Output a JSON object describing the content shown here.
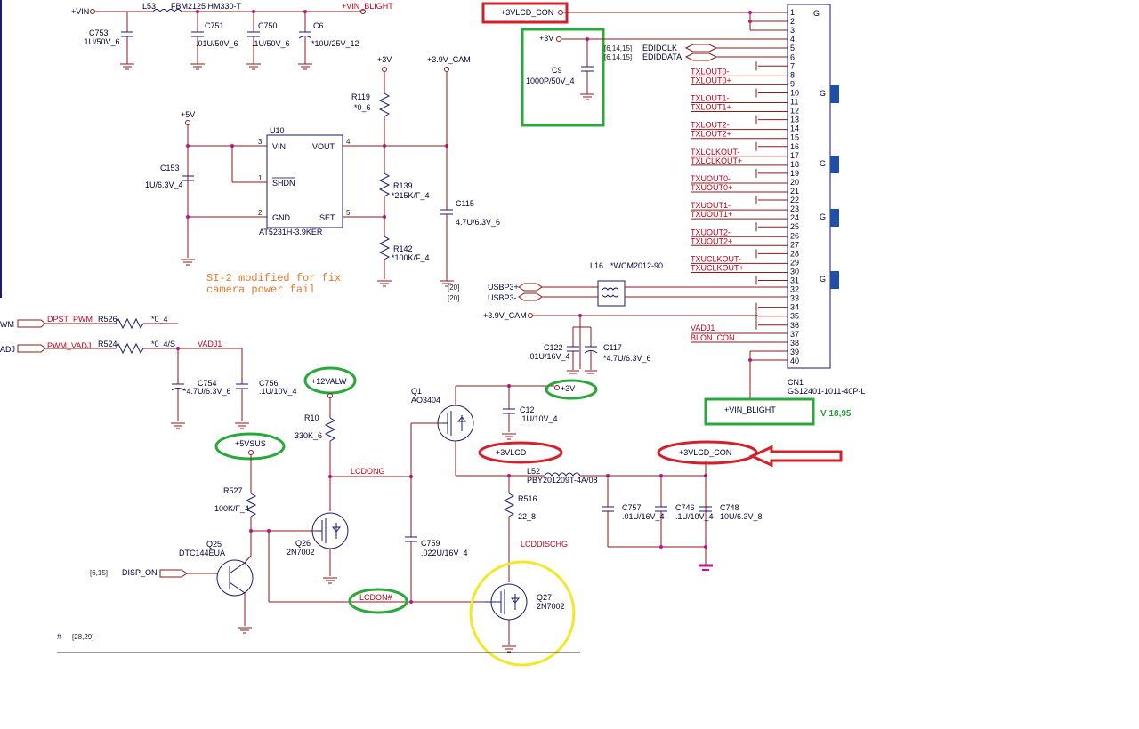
{
  "power_rails": {
    "vin": "+VIN",
    "vin_blight": "+VIN_BLIGHT",
    "v3": "+3V",
    "v3_9cam": "+3.9V_CAM",
    "v5": "+5V",
    "v5sus": "+5VSUS",
    "v12alw": "+12VALW",
    "v3vlcd": "+3VLCD",
    "v3vlcd_con": "+3VLCD_CON"
  },
  "components": {
    "l53": {
      "ref": "L53",
      "value": "FBM2125 HM330-T"
    },
    "c753": {
      "ref": "C753",
      "value": ".1U/50V_6"
    },
    "c751": {
      "ref": "C751",
      "value": ".01U/50V_6"
    },
    "c750": {
      "ref": "C750",
      "value": ".1U/50V_6"
    },
    "c6": {
      "ref": "C6",
      "value": "*10U/25V_12"
    },
    "c9": {
      "ref": "C9",
      "value": "1000P/50V_4"
    },
    "u10": {
      "ref": "U10",
      "part": "AT5231H-3.9KER",
      "pins": {
        "vin": "VIN",
        "vout": "VOUT",
        "shdn": "SHDN",
        "gnd": "GND",
        "set": "SET"
      }
    },
    "c153": {
      "ref": "C153",
      "value": "1U/6.3V_4"
    },
    "r119": {
      "ref": "R119",
      "value": "*0_6"
    },
    "r139": {
      "ref": "R139",
      "value": "*215K/F_4"
    },
    "r142": {
      "ref": "R142",
      "value": "*100K/F_4"
    },
    "c115": {
      "ref": "C115",
      "value": "4.7U/6.3V_6"
    },
    "l16": {
      "ref": "L16",
      "value": "*WCM2012-90"
    },
    "c122": {
      "ref": "C122",
      "value": ".01U/16V_4"
    },
    "c117": {
      "ref": "C117",
      "value": "*4.7U/6.3V_6"
    },
    "r526": {
      "ref": "R526",
      "value": "*0_4"
    },
    "r524": {
      "ref": "R524",
      "value": "*0_4/S"
    },
    "c754": {
      "ref": "C754",
      "value": "*4.7U/6.3V_6"
    },
    "c756": {
      "ref": "C756",
      "value": ".1U/10V_4"
    },
    "r10": {
      "ref": "R10",
      "value": "330K_6"
    },
    "q1": {
      "ref": "Q1",
      "part": "AO3404"
    },
    "c12": {
      "ref": "C12",
      "value": ".1U/10V_4"
    },
    "r527": {
      "ref": "R527",
      "value": "100K/F_4"
    },
    "q25": {
      "ref": "Q25",
      "part": "DTC144EUA"
    },
    "q26": {
      "ref": "Q26",
      "part": "2N7002"
    },
    "c759": {
      "ref": "C759",
      "value": ".022U/16V_4"
    },
    "l52": {
      "ref": "L52",
      "value": "PBY201209T-4A/08"
    },
    "r516": {
      "ref": "R516",
      "value": "22_8"
    },
    "c757": {
      "ref": "C757",
      "value": ".01U/16V_4"
    },
    "c746": {
      "ref": "C746",
      "value": ".1U/10V_4"
    },
    "c748": {
      "ref": "C748",
      "value": "10U/6.3V_8"
    },
    "q27": {
      "ref": "Q27",
      "part": "2N7002"
    },
    "cn1": {
      "ref": "CN1",
      "part": "GS12401-1011-40P-L"
    }
  },
  "nets": {
    "edidclk": "EDIDCLK",
    "ediddata": "EDIDDATA",
    "edid_refs": "[6,14,15]",
    "usbp3p": "USBP3+",
    "usbp3m": "USBP3-",
    "usb_ref": "[20]",
    "dpst_pwm": "DPST_PWM",
    "pwm_vadj": "PWM_VADJ",
    "vadj1": "VADJ1",
    "blon_con": "BLON_CON",
    "lcdong": "LCDONG",
    "lcddischg": "LCDDISCHG",
    "lcdon": "LCDON#",
    "disp_on": "DISP_ON",
    "disp_ref": "[6,15]",
    "sheet_ref": "[28,29]",
    "pwm_offpage": "WM",
    "adj_offpage": "ADJ",
    "hash": "#"
  },
  "connector_signals": [
    "TXLOUT0-",
    "TXLOUT0+",
    "TXLOUT1-",
    "TXLOUT1+",
    "TXLOUT2-",
    "TXLOUT2+",
    "TXLCLKOUT-",
    "TXLCLKOUT+",
    "TXUOUT0-",
    "TXUOUT0+",
    "TXUOUT1-",
    "TXUOUT1+",
    "TXUOUT2-",
    "TXUOUT2+",
    "TXUCLKOUT-",
    "TXUCLKOUT+"
  ],
  "cn1_pin_numbers": [
    "1",
    "2",
    "3",
    "4",
    "5",
    "6",
    "7",
    "8",
    "9",
    "10",
    "11",
    "12",
    "13",
    "14",
    "15",
    "16",
    "17",
    "18",
    "19",
    "20",
    "21",
    "22",
    "23",
    "24",
    "25",
    "26",
    "27",
    "28",
    "29",
    "30",
    "31",
    "32",
    "33",
    "34",
    "35",
    "36",
    "37",
    "38",
    "39",
    "40"
  ],
  "cn1_g_label": "G",
  "annotations": {
    "note_line1": "SI-2 modified for fix",
    "note_line2": "camera power fail",
    "voltage_reading": "V 18,95"
  },
  "pin_labels": {
    "p1": "1",
    "p2": "2",
    "p3": "3",
    "p4": "4",
    "p5": "5"
  },
  "colors": {
    "wire": "#8b1a1a",
    "text": "#000033",
    "net_label": "#c0001a",
    "junction": "#c0148a",
    "highlight_green": "#2aa83a",
    "highlight_red": "#d4202a",
    "highlight_yellow": "#f2e82a",
    "note_orange": "#e07a2e"
  }
}
